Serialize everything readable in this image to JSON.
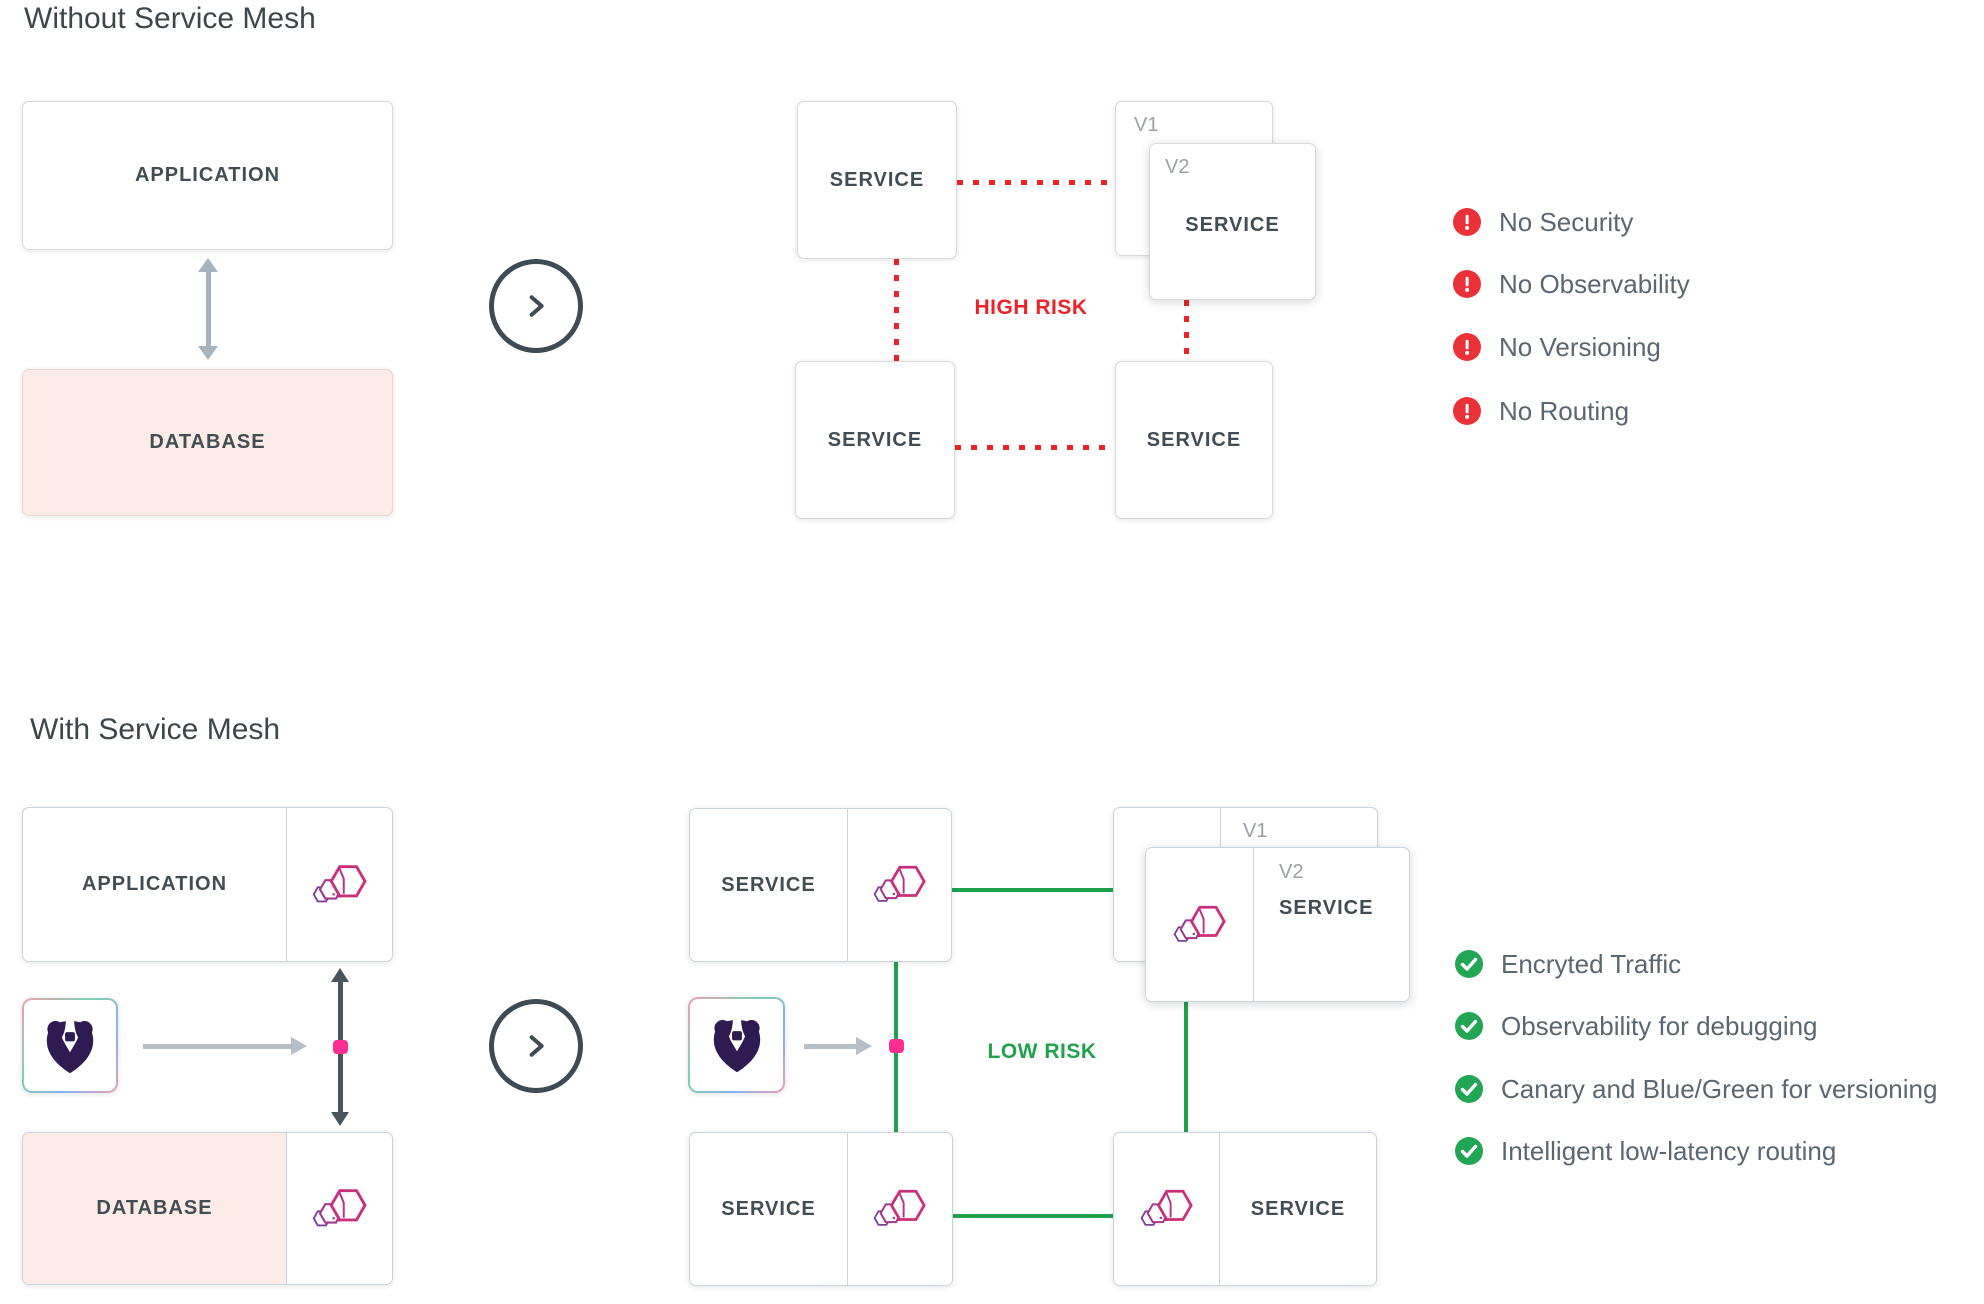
{
  "page": {
    "background": "#ffffff"
  },
  "without": {
    "title": "Without Service Mesh",
    "application_label": "APPLICATION",
    "database_label": "DATABASE",
    "service_label": "SERVICE",
    "v1_label": "V1",
    "v2_label": "V2",
    "risk_label": "HIGH RISK",
    "issues": [
      "No Security",
      "No Observability",
      "No Versioning",
      "No Routing"
    ]
  },
  "with": {
    "title": "With Service Mesh",
    "application_label": "APPLICATION",
    "database_label": "DATABASE",
    "service_label": "SERVICE",
    "v1_label": "V1",
    "v2_label": "V2",
    "risk_label": "LOW RISK",
    "benefits": [
      "Encryted Traffic",
      "Observability for debugging",
      "Canary and Blue/Green for versioning",
      "Intelligent low-latency routing"
    ]
  },
  "icons": {
    "alert": "exclamation-circle",
    "check": "check-circle",
    "step": "chevron-right-circle",
    "sidecar": "mesh-sidecar-hexagons",
    "mascot": "kuma-bear"
  },
  "colors": {
    "red": "#ec2227",
    "green": "#1fa24c",
    "pink_dot": "#fb2e92",
    "database_fill": "#fcebe7",
    "sidecar_pink": "#ca2f7a",
    "sidecar_purple": "#7b3e99",
    "bear_purple": "#2e1b52"
  }
}
